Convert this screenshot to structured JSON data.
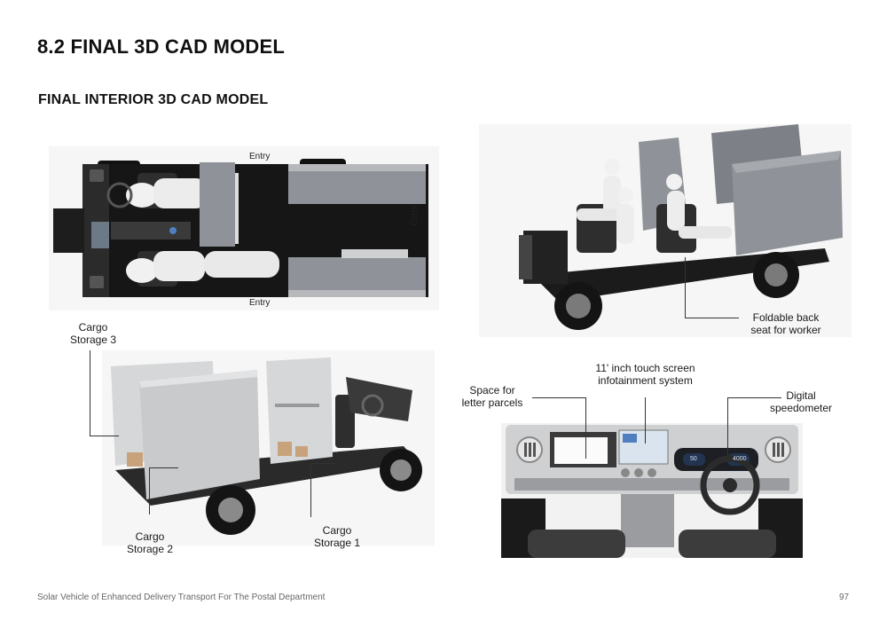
{
  "page": {
    "heading": "8.2 FINAL 3D CAD MODEL",
    "subheading": "FINAL INTERIOR 3D CAD MODEL",
    "footer": "Solar Vehicle of Enhanced Delivery Transport For The Postal Department",
    "page_number": "97"
  },
  "top_view": {
    "entry_top": "Entry",
    "entry_right": "Entry",
    "entry_bottom": "Entry"
  },
  "side_view": {
    "callout_seat": [
      "Foldable  back",
      "seat for worker"
    ]
  },
  "rear_view": {
    "cargo3": [
      "Cargo",
      "Storage 3"
    ],
    "cargo2": [
      "Cargo",
      "Storage 2"
    ],
    "cargo1": [
      "Cargo",
      "Storage 1"
    ]
  },
  "dashboard": {
    "screen_label": [
      "11' inch touch screen",
      "infotainment system"
    ],
    "space_label": [
      "Space for",
      "letter parcels"
    ],
    "speedo_label": [
      "Digital",
      "speedometer"
    ],
    "speed_left": "50",
    "speed_right": "4000"
  },
  "colors": {
    "cabinet": "#8f9399",
    "cabinet_light": "#d6d7d9",
    "floor": "#2a2a2a",
    "mannequin": "#f1f1f1",
    "dash": "#3a3a3a"
  }
}
